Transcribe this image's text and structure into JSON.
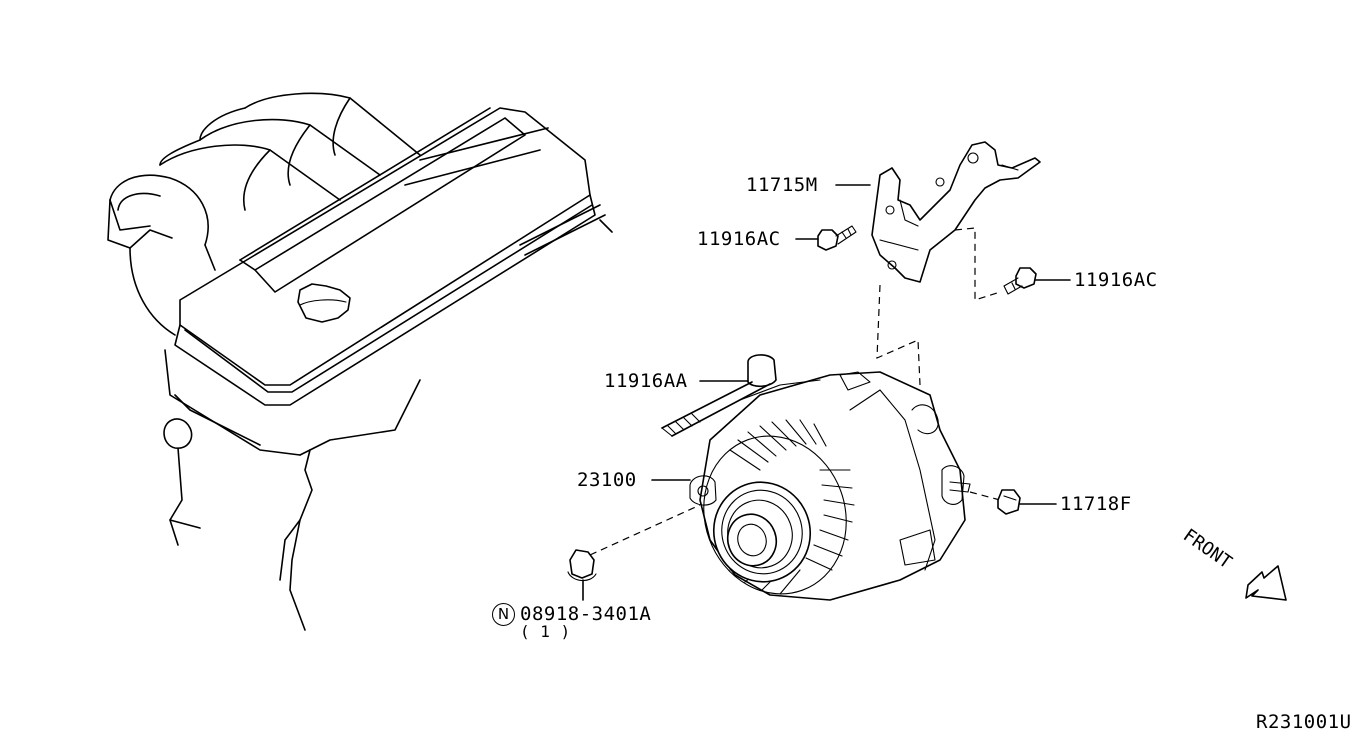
{
  "parts": {
    "bracket": "11715M",
    "bolt_left": "11916AC",
    "bolt_right": "11916AC",
    "long_bolt": "11916AA",
    "alternator": "23100",
    "nut": "11718F",
    "nut_bottom": "08918-3401A",
    "nut_bottom_qty": "( 1 )"
  },
  "nut_symbol": "N",
  "front_label": "FRONT",
  "diagram_code": "R231001U"
}
